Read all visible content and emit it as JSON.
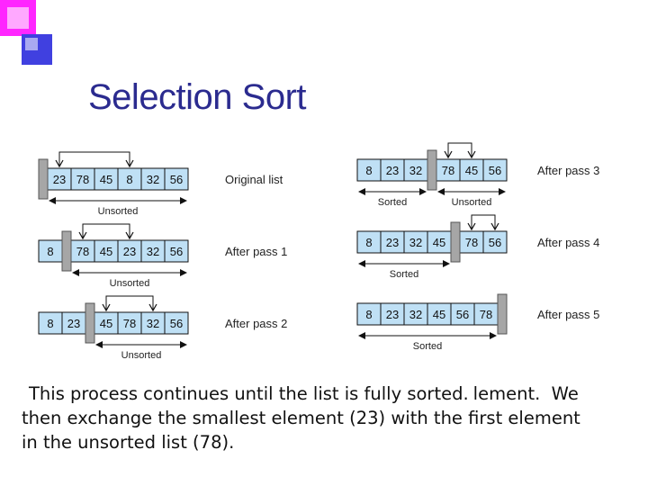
{
  "slide": {
    "title": "Selection Sort",
    "caption_overlay": "This process continues until the list is fully sorted.",
    "caption_lines": [
      "                                                                               element.  We",
      "then exchange the smallest element (23) with the first element",
      "in the unsorted list (78)."
    ]
  },
  "colors": {
    "title": "#2b2b8f",
    "cell_fill": "#bfe0f5",
    "cell_border": "#111111",
    "wall_fill": "#a6a6a6",
    "deco_magenta": "#ff00ff",
    "deco_blue": "#4040e0"
  },
  "passes": [
    {
      "label": "Original list",
      "values": [
        "23",
        "78",
        "45",
        "8",
        "32",
        "56"
      ],
      "wall_after": 0,
      "swap": [
        0,
        3
      ],
      "spans": [
        {
          "text": "Unsorted",
          "from": 0,
          "to": 6
        }
      ]
    },
    {
      "label": "After pass 1",
      "values": [
        "8",
        "78",
        "45",
        "23",
        "32",
        "56"
      ],
      "wall_after": 1,
      "swap": [
        1,
        3
      ],
      "spans": [
        {
          "text": "Unsorted",
          "from": 1,
          "to": 6
        }
      ]
    },
    {
      "label": "After pass 2",
      "values": [
        "8",
        "23",
        "45",
        "78",
        "32",
        "56"
      ],
      "wall_after": 2,
      "swap": [
        2,
        4
      ],
      "spans": [
        {
          "text": "Unsorted",
          "from": 2,
          "to": 6
        }
      ]
    },
    {
      "label": "After pass 3",
      "values": [
        "8",
        "23",
        "32",
        "78",
        "45",
        "56"
      ],
      "wall_after": 3,
      "swap": [
        3,
        4
      ],
      "spans": [
        {
          "text": "Sorted",
          "from": 0,
          "to": 3
        },
        {
          "text": "Unsorted",
          "from": 3,
          "to": 6
        }
      ]
    },
    {
      "label": "After pass 4",
      "values": [
        "8",
        "23",
        "32",
        "45",
        "78",
        "56"
      ],
      "wall_after": 4,
      "swap": [
        4,
        5
      ],
      "spans": [
        {
          "text": "Sorted",
          "from": 0,
          "to": 4
        }
      ]
    },
    {
      "label": "After pass 5",
      "values": [
        "8",
        "23",
        "32",
        "45",
        "56",
        "78"
      ],
      "wall_after": 6,
      "swap": null,
      "spans": [
        {
          "text": "Sorted",
          "from": 0,
          "to": 6
        }
      ]
    }
  ]
}
